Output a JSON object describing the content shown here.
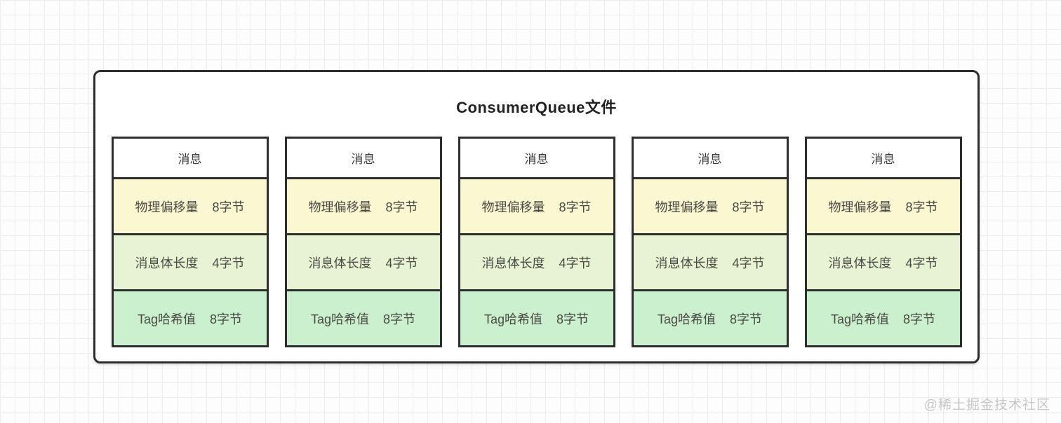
{
  "panel": {
    "title": "ConsumerQueue文件"
  },
  "columns": [
    {
      "header": "消息",
      "rows": [
        {
          "label": "物理偏移量",
          "size": "8字节"
        },
        {
          "label": "消息体长度",
          "size": "4字节"
        },
        {
          "label": "Tag哈希值",
          "size": "8字节"
        }
      ]
    },
    {
      "header": "消息",
      "rows": [
        {
          "label": "物理偏移量",
          "size": "8字节"
        },
        {
          "label": "消息体长度",
          "size": "4字节"
        },
        {
          "label": "Tag哈希值",
          "size": "8字节"
        }
      ]
    },
    {
      "header": "消息",
      "rows": [
        {
          "label": "物理偏移量",
          "size": "8字节"
        },
        {
          "label": "消息体长度",
          "size": "4字节"
        },
        {
          "label": "Tag哈希值",
          "size": "8字节"
        }
      ]
    },
    {
      "header": "消息",
      "rows": [
        {
          "label": "物理偏移量",
          "size": "8字节"
        },
        {
          "label": "消息体长度",
          "size": "4字节"
        },
        {
          "label": "Tag哈希值",
          "size": "8字节"
        }
      ]
    },
    {
      "header": "消息",
      "rows": [
        {
          "label": "物理偏移量",
          "size": "8字节"
        },
        {
          "label": "消息体长度",
          "size": "4字节"
        },
        {
          "label": "Tag哈希值",
          "size": "8字节"
        }
      ]
    }
  ],
  "watermark": "@稀土掘金技术社区",
  "colors": {
    "border": "#2d2d2d",
    "header_bg": "#ffffff",
    "offset_bg": "#faf7d1",
    "length_bg": "#e7f3d2",
    "tag_bg": "#cbf0cd",
    "text": "#4a4a44",
    "title_text": "#222222",
    "watermark_text": "#c6c6c6",
    "grid_line": "#ededed",
    "page_bg": "#fdfdfd",
    "panel_bg": "#ffffff"
  }
}
